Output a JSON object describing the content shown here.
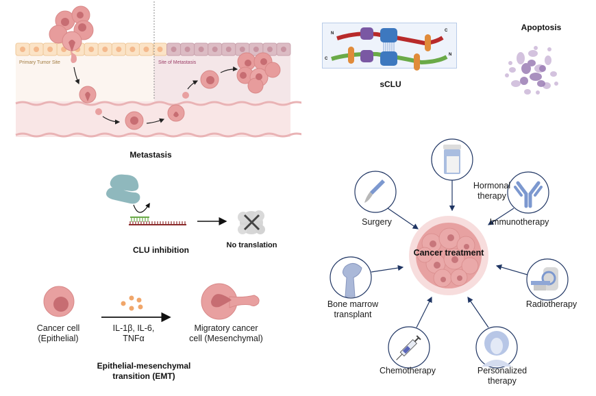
{
  "metastasis": {
    "title": "Metastasis",
    "primary_site_label": "Primary Tumor Site",
    "metastasis_site_label": "Site of Metastasis"
  },
  "sclu": {
    "title": "sCLU",
    "terminal_labels": {
      "top_left": "N",
      "top_right": "C",
      "bottom_left": "C",
      "bottom_right": "N"
    }
  },
  "apoptosis": {
    "title": "Apoptosis"
  },
  "clu_inhibition": {
    "title": "CLU inhibition",
    "result_label": "No translation"
  },
  "emt": {
    "title_line1": "Epithelial-mesenchymal",
    "title_line2": "transition (EMT)",
    "start_cell_line1": "Cancer cell",
    "start_cell_line2": "(Epithelial)",
    "cytokines_line1": "IL-1β, IL-6,",
    "cytokines_line2": "TNFα",
    "end_cell_line1": "Migratory cancer",
    "end_cell_line2": "cell (Mesenchymal)"
  },
  "treatment": {
    "center_label": "Cancer treatment",
    "options": [
      {
        "id": "surgery",
        "line1": "Surgery",
        "line2": "",
        "icon": "scalpel-icon"
      },
      {
        "id": "hormonal",
        "line1": "Hormonal",
        "line2": "therapy",
        "icon": "pill-bottle-icon"
      },
      {
        "id": "immunotherapy",
        "line1": "Immunotherapy",
        "line2": "",
        "icon": "antibody-icon"
      },
      {
        "id": "radiotherapy",
        "line1": "Radiotherapy",
        "line2": "",
        "icon": "scanner-icon"
      },
      {
        "id": "personalized",
        "line1": "Personalized",
        "line2": "therapy",
        "icon": "person-face-icon"
      },
      {
        "id": "chemotherapy",
        "line1": "Chemotherapy",
        "line2": "",
        "icon": "syringe-icon"
      },
      {
        "id": "bone-marrow",
        "line1": "Bone marrow",
        "line2": "transplant",
        "icon": "femur-bone-icon"
      }
    ]
  },
  "colors": {
    "cell_fill": "#e8a0a0",
    "cell_nucleus": "#c76d72",
    "primary_tissue": "#fbe3c6",
    "metastasis_tissue": "#d9b6bf",
    "vessel": "#f8e4e4",
    "navy": "#1f3563",
    "icon_blue": "#7c98cf",
    "clu_red": "#b82a2a",
    "clu_green": "#6aaa48",
    "clu_purple": "#7a58a3",
    "clu_blue": "#3d78bf",
    "clu_orange": "#e08b3a",
    "ribosome": "#8fb8bd",
    "apoptosis_purple": "#8a6aa3"
  }
}
